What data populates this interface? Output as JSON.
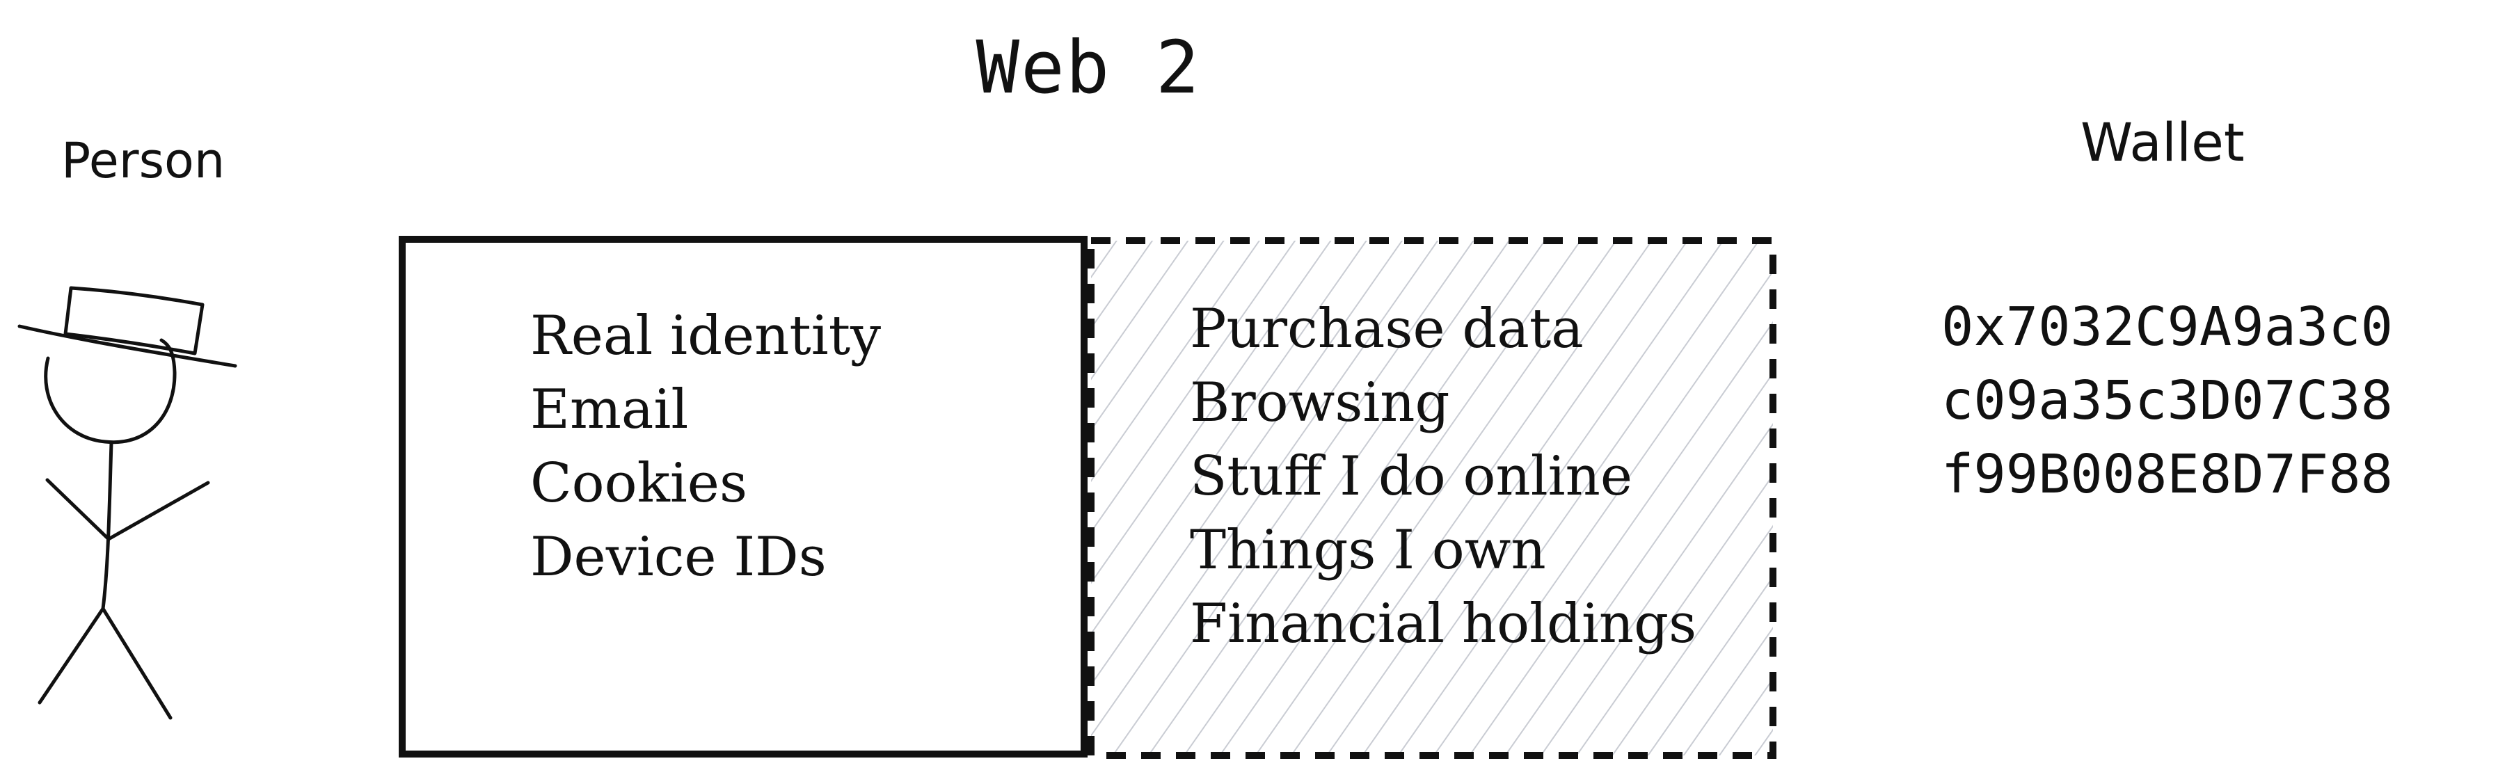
{
  "title": "Web 2",
  "person": {
    "label": "Person"
  },
  "wallet": {
    "label": "Wallet",
    "address_lines": [
      "0x7032C9A9a3c0",
      "c09a35c3D07C38",
      "f99B008E8D7F88"
    ]
  },
  "identity_box": {
    "items": [
      "Real identity",
      "Email",
      "Cookies",
      "Device IDs"
    ]
  },
  "activity_box": {
    "items": [
      "Purchase data",
      "Browsing",
      "Stuff I do online",
      "Things I own",
      "Financial holdings"
    ]
  },
  "colors": {
    "ink": "#111111",
    "hatch": "#c9ccd3",
    "background": "#ffffff"
  }
}
